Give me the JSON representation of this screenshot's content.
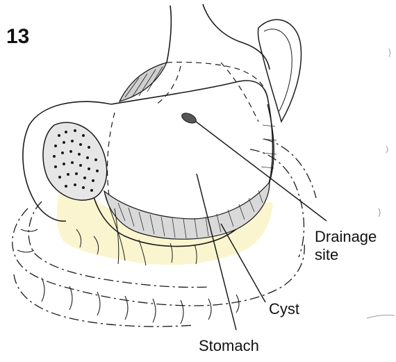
{
  "figure": {
    "number": "13",
    "labels": {
      "drainage_line1": "Drainage",
      "drainage_line2": "site",
      "cyst": "Cyst",
      "stomach": "Stomach"
    }
  },
  "colors": {
    "line": "#1a1a1a",
    "omentum_fill": "#fbf5cf",
    "background": "#ffffff"
  }
}
